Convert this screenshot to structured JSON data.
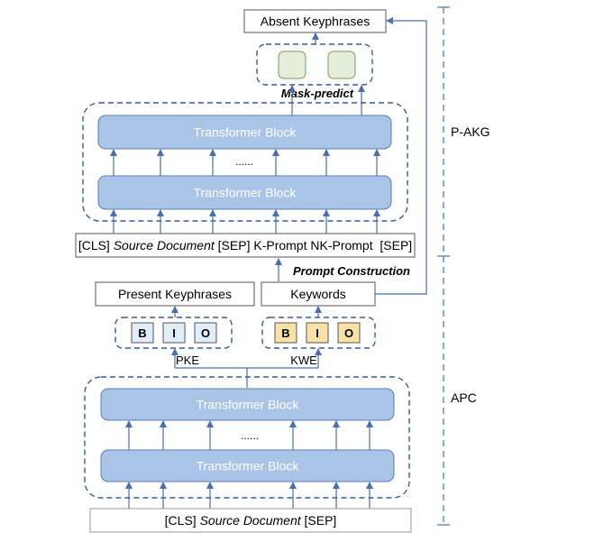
{
  "absent_keyphrases": "Absent Keyphrases",
  "mask_predict": "Mask-predict",
  "transformer_block": "Transformer Block",
  "ellipsis": "......",
  "input_top": {
    "cls": "[CLS]",
    "source_doc": "Source Document",
    "rest": "[SEP] K-Prompt NK-Prompt  [SEP]"
  },
  "prompt_construction": "Prompt Construction",
  "present_keyphrases": "Present Keyphrases",
  "keywords": "Keywords",
  "bio_labels": [
    "B",
    "I",
    "O"
  ],
  "pke": "PKE",
  "kwe": "KWE",
  "input_bottom": {
    "cls": "[CLS]",
    "source_doc": "Source Document",
    "sep": "[SEP]"
  },
  "side_labels": {
    "top": "P-AKG",
    "bottom": "APC"
  },
  "colors": {
    "block_fill": "#a9c4e6",
    "block_stroke": "#5b7fb5",
    "arrow": "#4a6fb0",
    "dashed": "#3a5a95",
    "green_fill": "#e3eedb",
    "green_stroke": "#7a9a6a",
    "yellow_fill": "#f9e2a6",
    "blue_light_fill": "#dfeef8"
  }
}
